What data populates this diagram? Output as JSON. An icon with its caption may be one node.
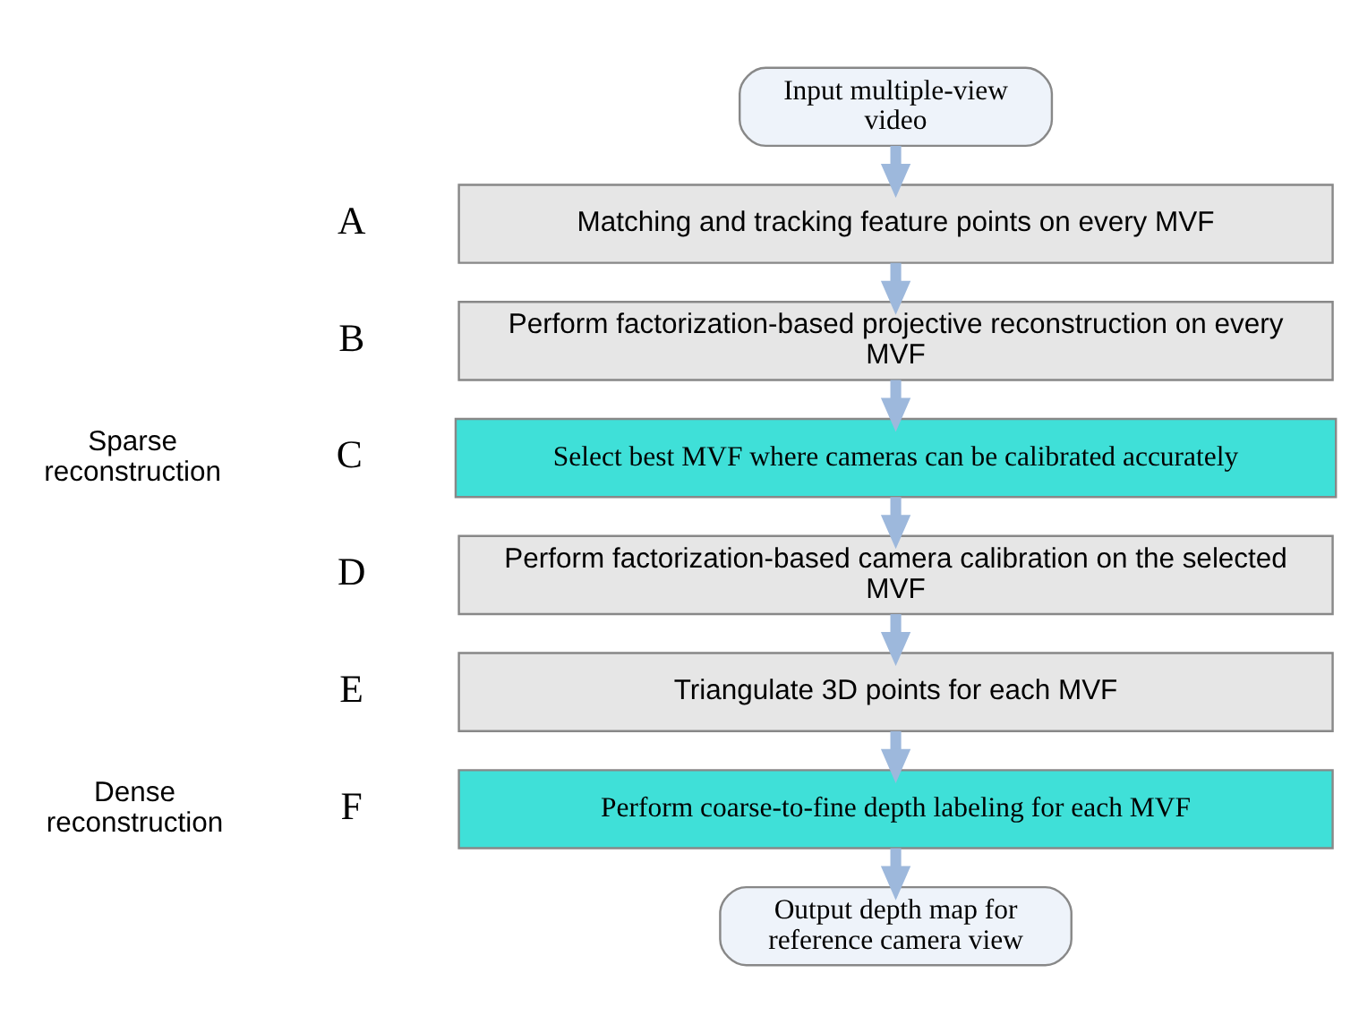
{
  "diagram": {
    "nodes": [
      {
        "text": [
          "Input multiple-view video"
        ]
      },
      {
        "text": [
          "Matching and tracking feature points on every MVF"
        ],
        "beside": [
          "A"
        ]
      },
      {
        "text": [
          "Perform factorization-based projective reconstruction on every MVF"
        ],
        "beside": [
          "B"
        ]
      },
      {
        "text": [
          "Select best MVF where cameras can be calibrated accurately"
        ],
        "beside": [
          "C"
        ]
      },
      {
        "text": [
          "Perform factorization-based camera calibration on the selected MVF"
        ],
        "beside": [
          "D"
        ]
      },
      {
        "text": [
          "Triangulate 3D points for each MVF"
        ],
        "beside": [
          "E"
        ]
      },
      {
        "text": [
          "Perform coarse-to-fine depth labeling for each MVF"
        ],
        "beside": [
          "F"
        ]
      },
      {
        "text": [
          "Output depth map for reference camera view"
        ]
      }
    ],
    "edges": [
      {
        "from": 0,
        "to": 1,
        "arrow": "to"
      },
      {
        "from": 1,
        "to": 2,
        "arrow": "to"
      },
      {
        "from": 2,
        "to": 3,
        "arrow": "to"
      },
      {
        "from": 3,
        "to": 4,
        "arrow": "to"
      },
      {
        "from": 4,
        "to": 5,
        "arrow": "to"
      },
      {
        "from": 5,
        "to": 6,
        "arrow": "to"
      },
      {
        "from": 6,
        "to": 7,
        "arrow": "to"
      }
    ],
    "labels": [
      "Sparse reconstruction",
      "Dense reconstruction"
    ]
  }
}
